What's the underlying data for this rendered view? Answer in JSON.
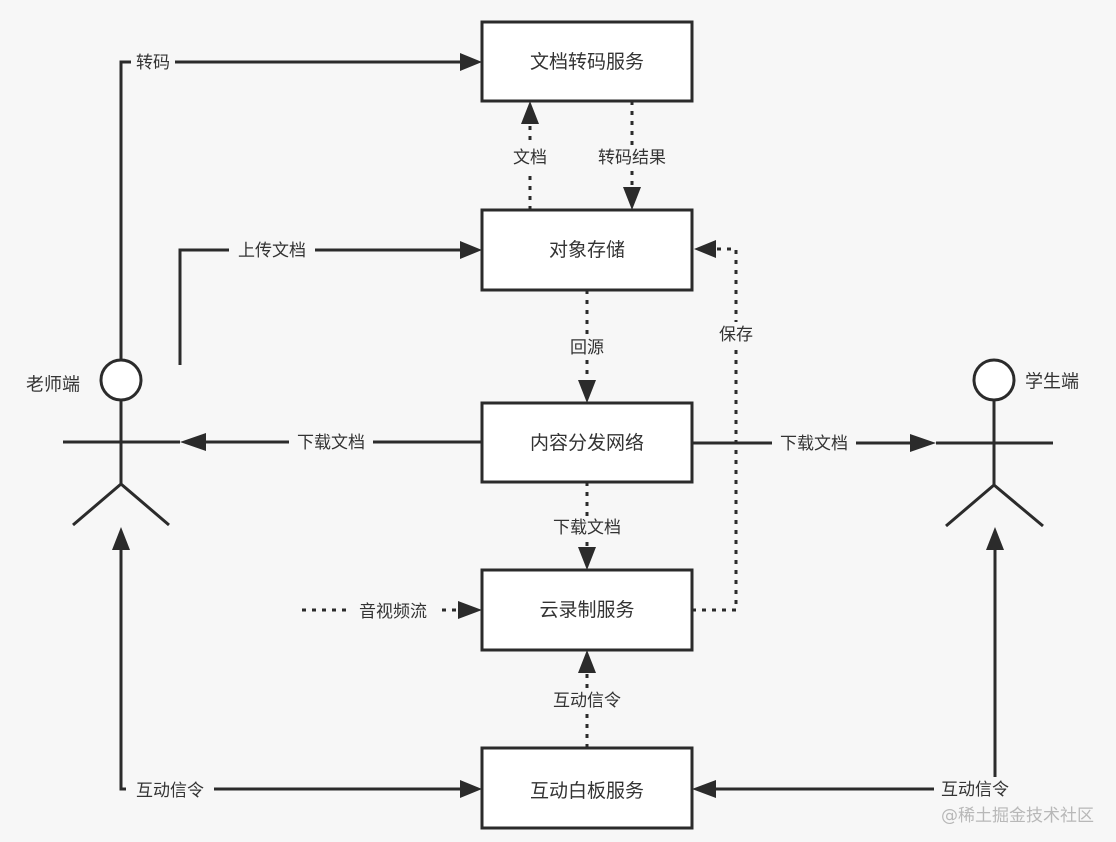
{
  "nodes": {
    "transcode": "文档转码服务",
    "storage": "对象存储",
    "cdn": "内容分发网络",
    "recording": "云录制服务",
    "whiteboard": "互动白板服务"
  },
  "actors": {
    "teacher": "老师端",
    "student": "学生端"
  },
  "edges": {
    "teacher_transcode": "转码",
    "storage_to_transcode": "文档",
    "transcode_result": "转码结果",
    "teacher_upload": "上传文档",
    "recording_save": "保存",
    "cdn_origin": "回源",
    "cdn_to_teacher": "下载文档",
    "cdn_to_student": "下载文档",
    "cdn_to_recording": "下载文档",
    "av_stream": "音视频流",
    "whiteboard_to_recording": "互动信令",
    "teacher_whiteboard": "互动信令",
    "student_whiteboard": "互动信令"
  },
  "watermark": "@稀土掘金技术社区"
}
